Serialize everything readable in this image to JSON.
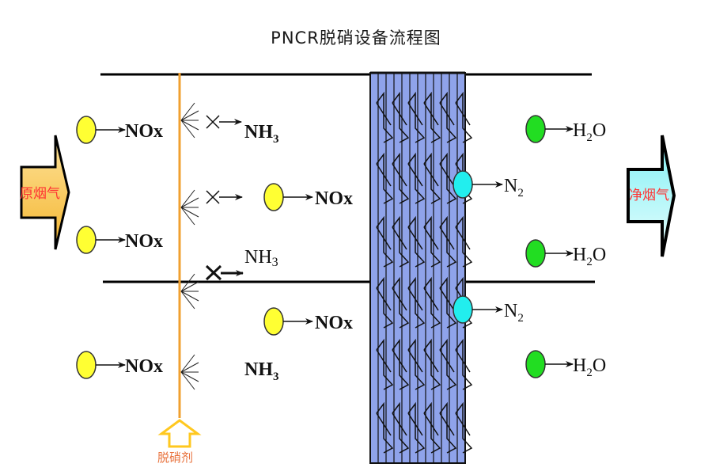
{
  "title": "PNCR脱硝设备流程图",
  "inlet": {
    "label": "原烟气",
    "fill_top": "#fde39a",
    "fill_bottom": "#f4b530"
  },
  "outlet": {
    "label": "净烟气",
    "fill_top": "#7ff0f4",
    "fill_bottom": "#e8fdfd"
  },
  "reagent": {
    "label": "脱硝剂",
    "pipe_color": "#f0a030",
    "arrow_color": "#ffc820"
  },
  "catalyst": {
    "fill": "#8fa3ea",
    "stroke": "#111111"
  },
  "colors": {
    "nox": "#ffff33",
    "n2": "#22eeee",
    "h2o": "#22dd22",
    "label_red": "#ff3333",
    "reagent_text": "#e8703a"
  },
  "nox_left": [
    {
      "formula": "NOx"
    },
    {
      "formula": "NOx"
    },
    {
      "formula": "NOx"
    }
  ],
  "nox_mid": [
    {
      "formula": "NOx"
    },
    {
      "formula": "NOx"
    }
  ],
  "nh3": [
    {
      "base": "NH",
      "sub": "3"
    },
    {
      "base": "NH",
      "sub": "3"
    },
    {
      "base": "NH",
      "sub": "3"
    }
  ],
  "n2": [
    {
      "base": "N",
      "sub": "2"
    },
    {
      "base": "N",
      "sub": "2"
    }
  ],
  "h2o": [
    {
      "base": "H",
      "sub": "2",
      "tail": "O"
    },
    {
      "base": "H",
      "sub": "2",
      "tail": "O"
    },
    {
      "base": "H",
      "sub": "2",
      "tail": "O"
    }
  ]
}
